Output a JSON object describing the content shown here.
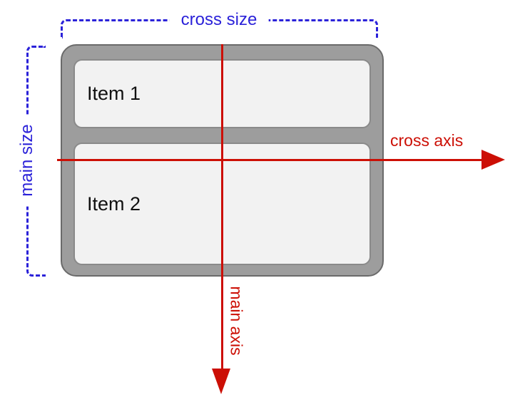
{
  "diagram": {
    "type": "flexbox-axes-illustration",
    "labels": {
      "cross_size": "cross size",
      "main_size": "main size",
      "cross_axis": "cross axis",
      "main_axis": "main axis"
    },
    "container": {
      "items": [
        {
          "label": "Item 1"
        },
        {
          "label": "Item 2"
        }
      ]
    },
    "colors": {
      "dimension_blue": "#2B22D9",
      "axis_red": "#CC0F05",
      "container_fill": "#9D9D9D",
      "container_border": "#6A6A6A",
      "item_fill": "#F2F2F2",
      "item_border": "#8A8A8A",
      "item_text": "#111111",
      "background": "#FFFFFF"
    }
  }
}
